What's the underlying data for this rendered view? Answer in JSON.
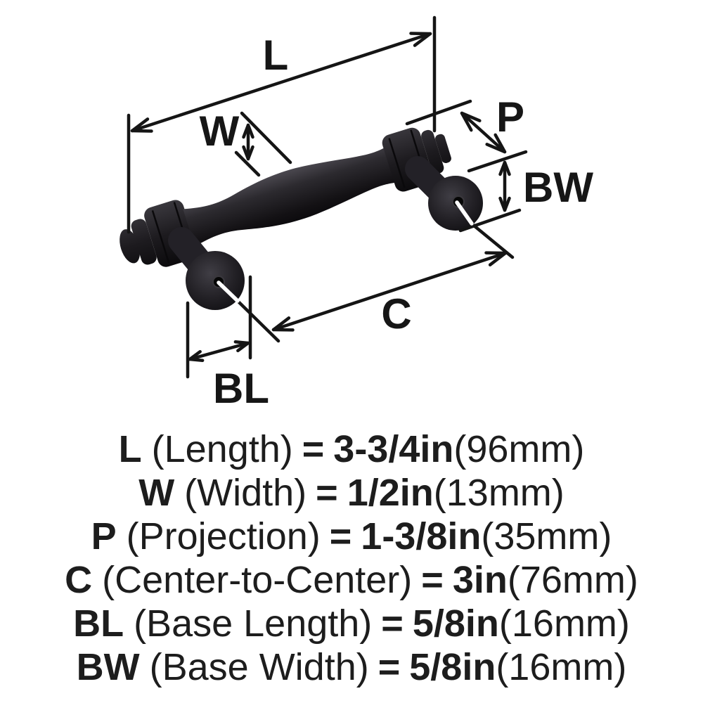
{
  "diagram": {
    "labels": {
      "length": "L",
      "width": "W",
      "projection": "P",
      "center_to_center": "C",
      "base_length": "BL",
      "base_width": "BW"
    },
    "colors": {
      "ink": "#151515",
      "background": "#ffffff",
      "handle_dark": "#0c0b0d",
      "handle_mid": "#2c2a2f",
      "handle_highlight": "#55525a"
    }
  },
  "legend": {
    "rows": [
      {
        "abbr": "L",
        "name": "(Length)",
        "eq": "=",
        "value": "3-3/4in",
        "metric": "(96mm)"
      },
      {
        "abbr": "W",
        "name": "(Width)",
        "eq": "=",
        "value": "1/2in",
        "metric": "(13mm)"
      },
      {
        "abbr": "P",
        "name": "(Projection)",
        "eq": "=",
        "value": "1-3/8in",
        "metric": "(35mm)"
      },
      {
        "abbr": "C",
        "name": "(Center-to-Center)",
        "eq": "=",
        "value": "3in",
        "metric": "(76mm)"
      },
      {
        "abbr": "BL",
        "name": "(Base Length)",
        "eq": "=",
        "value": "5/8in",
        "metric": "(16mm)"
      },
      {
        "abbr": "BW",
        "name": "(Base Width)",
        "eq": "=",
        "value": "5/8in",
        "metric": "(16mm)"
      }
    ]
  }
}
